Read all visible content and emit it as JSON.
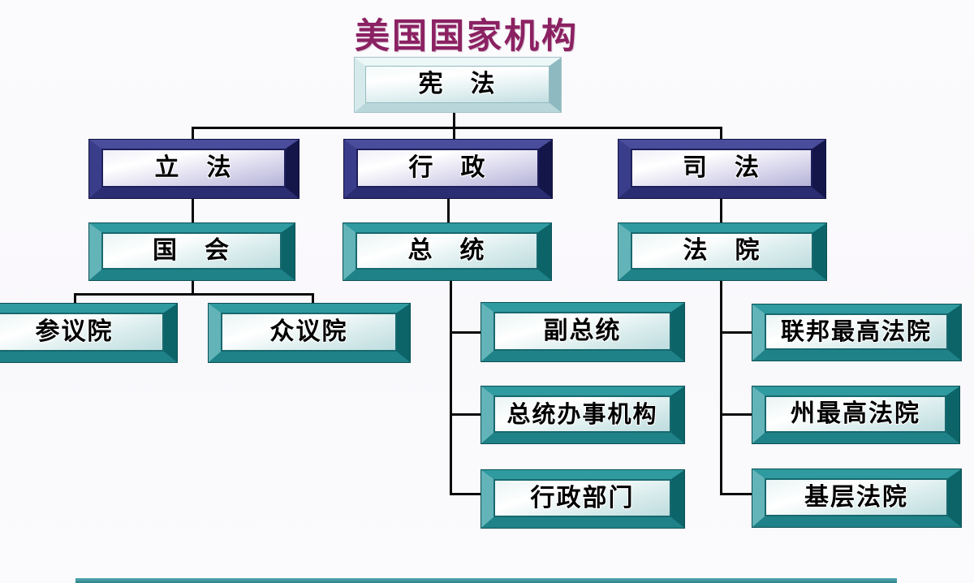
{
  "title": "美国国家机构",
  "colors": {
    "title_text": "#8b2162",
    "root_frame": "#b9d7da",
    "branch_frame": "#2b2d72",
    "leaf_frame": "#1f8288",
    "connector_line": "#0a0a0a",
    "background": "#fbfafd"
  },
  "nodes": {
    "constitution": {
      "label": "宪　法"
    },
    "legislative": {
      "label": "立　法"
    },
    "executive": {
      "label": "行　政"
    },
    "judicial": {
      "label": "司　法"
    },
    "congress": {
      "label": "国　会"
    },
    "president": {
      "label": "总　统"
    },
    "court": {
      "label": "法　院"
    },
    "senate": {
      "label": "参议院"
    },
    "house": {
      "label": "众议院"
    },
    "vice_president": {
      "label": "副总统"
    },
    "executive_office": {
      "label": "总统办事机构"
    },
    "executive_departments": {
      "label": "行政部门"
    },
    "federal_supreme_court": {
      "label": "联邦最高法院"
    },
    "state_supreme_court": {
      "label": "州最高法院"
    },
    "basic_court": {
      "label": "基层法院"
    }
  },
  "edges": [
    [
      "constitution",
      "legislative"
    ],
    [
      "constitution",
      "executive"
    ],
    [
      "constitution",
      "judicial"
    ],
    [
      "legislative",
      "congress"
    ],
    [
      "congress",
      "senate"
    ],
    [
      "congress",
      "house"
    ],
    [
      "executive",
      "president"
    ],
    [
      "president",
      "vice_president"
    ],
    [
      "president",
      "executive_office"
    ],
    [
      "president",
      "executive_departments"
    ],
    [
      "judicial",
      "court"
    ],
    [
      "court",
      "federal_supreme_court"
    ],
    [
      "court",
      "state_supreme_court"
    ],
    [
      "court",
      "basic_court"
    ]
  ]
}
